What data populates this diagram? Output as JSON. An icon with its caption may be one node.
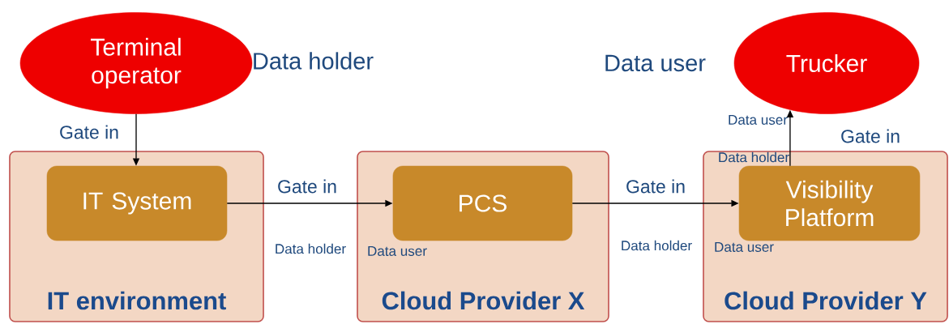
{
  "diagram": {
    "nodes": [
      {
        "text": [
          "Terminal operator"
        ],
        "beside": [
          "Data holder"
        ]
      },
      {
        "text": [
          "Trucker"
        ],
        "beside": [
          "Data user"
        ]
      },
      {
        "text": [
          "IT environment"
        ]
      },
      {
        "text": [
          "IT System"
        ],
        "in": 2
      },
      {
        "text": [
          "Cloud Provider X"
        ]
      },
      {
        "text": [
          "PCS"
        ],
        "in": 4
      },
      {
        "text": [
          "Cloud Provider Y"
        ]
      },
      {
        "text": [
          "Visibility Platform"
        ],
        "in": 6
      }
    ],
    "edges": [
      {
        "from": 0,
        "to": 3,
        "arrow": "to",
        "label": "Gate in"
      },
      {
        "from": 3,
        "to": 5,
        "arrow": "to",
        "label": "Gate in"
      },
      {
        "from": 5,
        "to": 7,
        "arrow": "to",
        "label": "Gate in"
      },
      {
        "from": 7,
        "to": 1,
        "arrow": "to",
        "label": "Gate in"
      }
    ],
    "labels": [
      "Data user",
      "Data holder",
      "Data holder",
      "Data user",
      "Data holder",
      "Data user"
    ]
  }
}
